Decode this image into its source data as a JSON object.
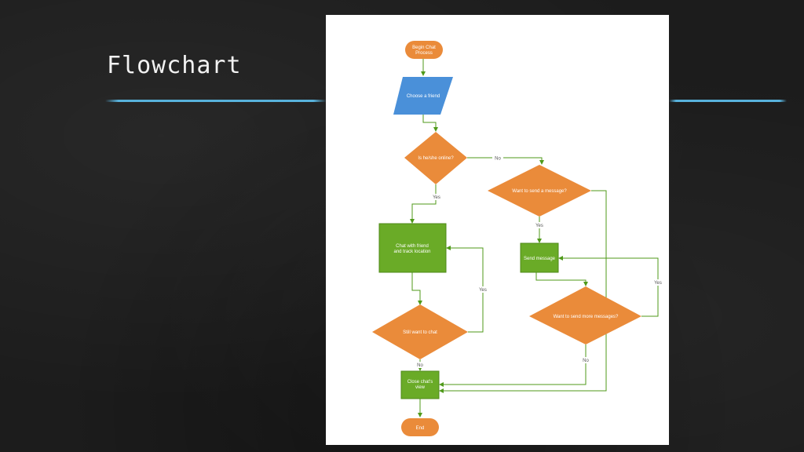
{
  "slide": {
    "title": "Flowchart"
  },
  "colors": {
    "accent": "#58b2dc",
    "terminal": "#ea8b3a",
    "input": "#4a90d9",
    "decision": "#ea8b3a",
    "process": "#6aab27",
    "edge": "#4f9a1a"
  },
  "flowchart": {
    "nodes": {
      "begin": {
        "line1": "Begin Chat",
        "line2": "Process"
      },
      "choose_friend": {
        "label": "Choose a friend"
      },
      "is_online": {
        "label": "Is he/she online?"
      },
      "want_send": {
        "label": "Want to send a message?"
      },
      "chat_with_friend": {
        "line1": "Chat with friend",
        "line2": "and track location"
      },
      "send_message": {
        "label": "Send message"
      },
      "still_want_chat": {
        "label": "Still want to chat"
      },
      "want_send_more": {
        "label": "Want to send more messages?"
      },
      "close_chat": {
        "line1": "Close chat's",
        "line2": "view"
      },
      "end": {
        "label": "End"
      }
    },
    "edge_labels": {
      "online_no": "No",
      "online_yes": "Yes",
      "send_yes": "Yes",
      "still_yes": "Yes",
      "more_yes": "Yes",
      "still_no": "No",
      "more_no": "No"
    }
  }
}
